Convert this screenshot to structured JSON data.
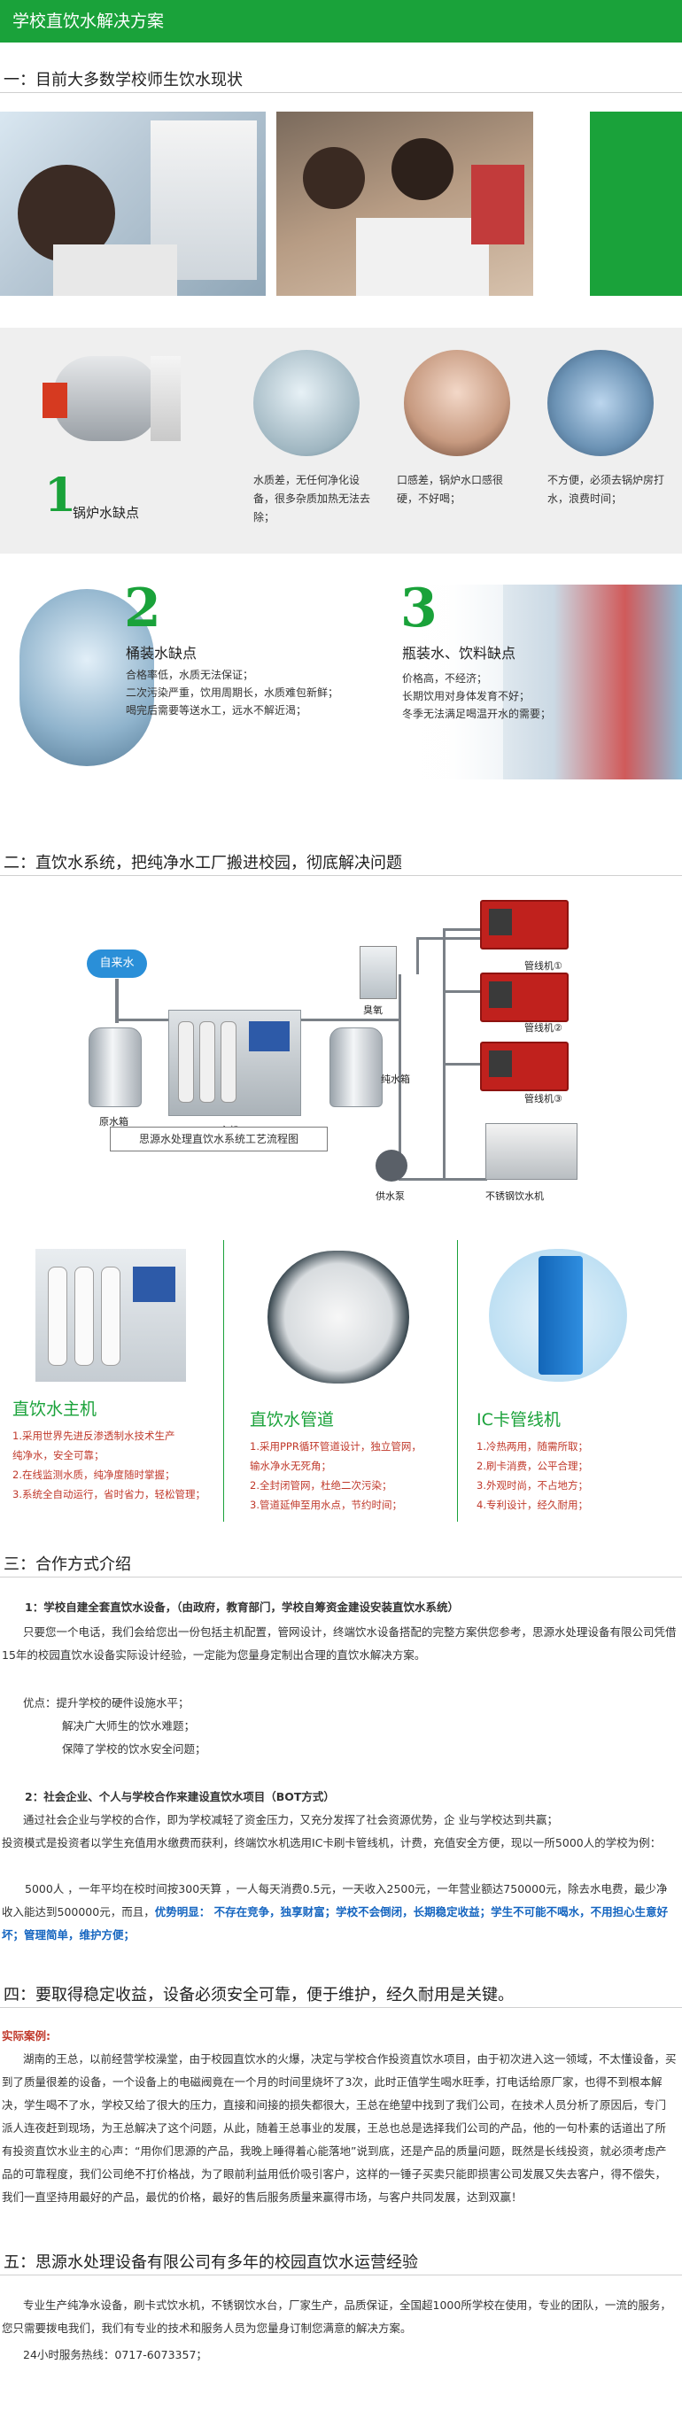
{
  "header": {
    "title": "学校直饮水解决方案"
  },
  "section1": {
    "title": "一：目前大多数学校师生饮水现状",
    "boiler": {
      "num": "1",
      "label": "锅炉水缺点",
      "items": [
        "水质差，无任何净化设备，很多杂质加热无法去除；",
        "口感差，锅炉水口感很硬，不好喝；",
        "不方便，必须去锅炉房打水，浪费时间；"
      ]
    },
    "bucket": {
      "num": "2",
      "label": "桶装水缺点",
      "lines": [
        "合格率低，水质无法保证；",
        "二次污染严重，饮用周期长，水质难包新鲜；",
        "喝完后需要等送水工，远水不解近渴；"
      ]
    },
    "bottle": {
      "num": "3",
      "label": "瓶装水、饮料缺点",
      "lines": [
        "价格高，不经济；",
        "长期饮用对身体发育不好；",
        "冬季无法满足喝温开水的需要；"
      ]
    }
  },
  "section2": {
    "title": "二：直饮水系统，把纯净水工厂搬进校园，彻底解决问题",
    "diagram": {
      "source": "自来水",
      "raw_tank": "原水箱",
      "main_unit": "主机",
      "ozone": "臭氧",
      "pure_tank": "纯水箱",
      "pump": "供水泵",
      "taps": [
        "管线机①",
        "管线机②",
        "管线机③"
      ],
      "dispenser": "不锈钢饮水机",
      "caption": "思源水处理直饮水系统工艺流程图"
    },
    "products": [
      {
        "title": "直饮水主机",
        "lines": [
          "1.采用世界先进反渗透制水技术生产",
          "纯净水，安全可靠；",
          "2.在线监测水质，纯净度随时掌握；",
          "3.系统全自动运行，省时省力，轻松管理；"
        ]
      },
      {
        "title": "直饮水管道",
        "lines": [
          "1.采用PPR循环管道设计，独立管网，",
          "输水净水无死角；",
          "2.全封闭管网，杜绝二次污染；",
          "3.管道延伸至用水点，节约时间；"
        ]
      },
      {
        "title": "IC卡管线机",
        "lines": [
          "1.冷热两用，随需所取；",
          "2.刷卡消费，公平合理；",
          "3.外观时尚，不占地方；",
          "4.专利设计，经久耐用；"
        ]
      }
    ]
  },
  "section3": {
    "title": "三：合作方式介绍",
    "mode1_heading": "1：学校自建全套直饮水设备，（由政府，教育部门，学校自筹资金建设安装直饮水系统）",
    "mode1_text": "只要您一个电话，我们会给您出一份包括主机配置，管网设计，终端饮水设备搭配的完整方案供您参考，思源水处理设备有限公司凭借15年的校园直饮水设备实际设计经验，一定能为您量身定制出合理的直饮水解决方案。",
    "advantages_label": "优点：提升学校的硬件设施水平；",
    "advantages": [
      "解决广大师生的饮水难题；",
      "保障了学校的饮水安全问题；"
    ],
    "mode2_heading": "2：社会企业、个人与学校合作来建设直饮水项目（BOT方式）",
    "mode2_text_a": "通过社会企业与学校的合作，即为学校减轻了资金压力，又充分发挥了社会资源优势，企  业与学校达到共赢；",
    "mode2_text_b": "投资模式是投资者以学生充值用水缴费而获利，终端饮水机选用IC卡刷卡管线机，计费，充值安全方便，现以一所5000人的学校为例：",
    "mode2_text_c": "5000人  ，一年平均在校时间按300天算 ，一人每天消费0.5元，一天收入2500元，一年营业额达750000元，除去水电费，最少净收入能达到500000元，而且，",
    "mode2_highlight": "优势明显： 不存在竞争，独享财富；学校不会倒闭，长期稳定收益；学生不可能不喝水，不用担心生意好坏；管理简单，维护方便；"
  },
  "section4": {
    "title": "四：要取得稳定收益，设备必须安全可靠，便于维护，经久耐用是关键。",
    "case_label": "实际案例:",
    "case_text": "湖南的王总，以前经营学校澡堂，由于校园直饮水的火爆，决定与学校合作投资直饮水项目，由于初次进入这一领域，不太懂设备，买到了质量很差的设备，一个设备上的电磁阀竟在一个月的时间里烧坏了3次，此时正值学生喝水旺季，打电话给原厂家，也得不到根本解决，学生喝不了水，学校又给了很大的压力，直接和间接的损失都很大，王总在绝望中找到了我们公司，在技术人员分析了原因后，专门派人连夜赶到现场，为王总解决了这个问题，从此，随着王总事业的发展，王总也总是选择我们公司的产品，他的一句朴素的话道出了所有投资直饮水业主的心声：“用你们思源的产品，我晚上睡得着心能落地”说到底，还是产品的质量问题，既然是长线投资，就必须考虑产品的可靠程度，我们公司绝不打价格战，为了眼前利益用低价吸引客户，这样的一锤子买卖只能即损害公司发展又失去客户，得不偿失，我们一直坚持用最好的产品，最优的价格，最好的售后服务质量来赢得市场，与客户共同发展，达到双赢！"
  },
  "section5": {
    "title": "五：思源水处理设备有限公司有多年的校园直饮水运营经验",
    "text": "专业生产纯净水设备，刷卡式饮水机，不锈钢饮水台，厂家生产，品质保证，全国超1000所学校在使用，专业的团队，一流的服务，您只需要拨电我们，我们有专业的技术和服务人员为您量身订制您满意的解决方案。",
    "hotline": "24小时服务热线：0717-6073357；"
  }
}
